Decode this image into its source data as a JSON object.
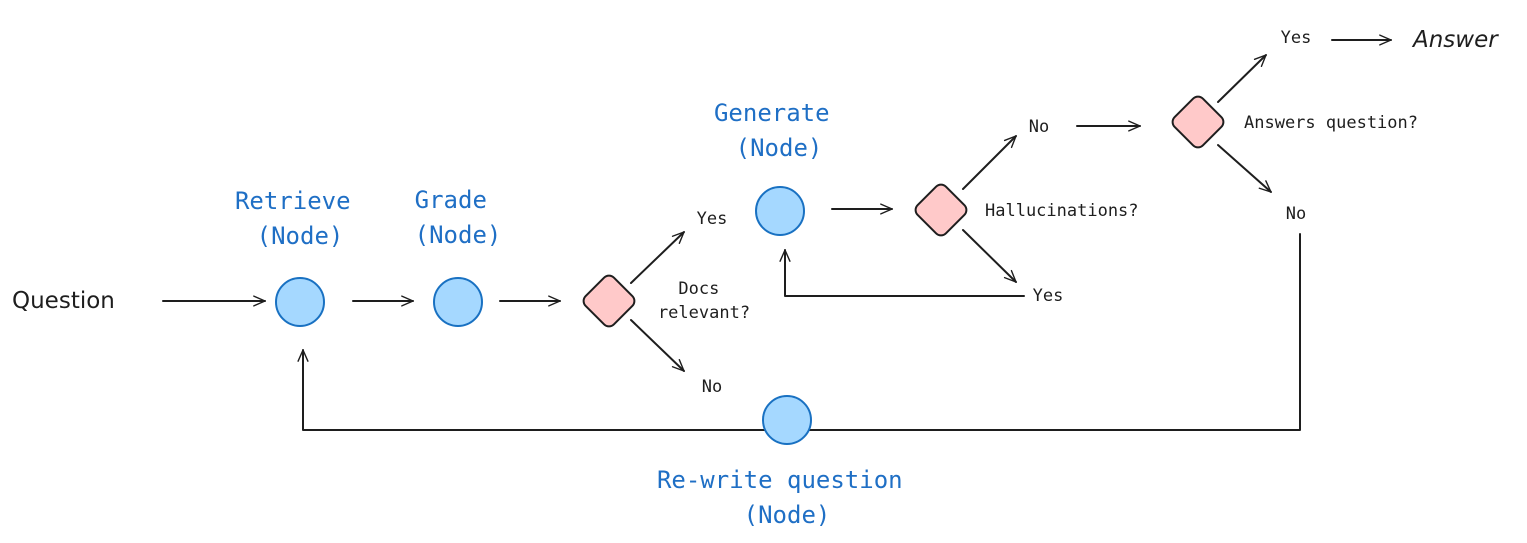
{
  "nodes": {
    "retrieve": {
      "label_lines": [
        "Retrieve",
        "(Node)"
      ]
    },
    "grade": {
      "label_lines": [
        "Grade",
        "(Node)"
      ]
    },
    "generate": {
      "label_lines": [
        "Generate",
        "(Node)"
      ]
    },
    "rewrite": {
      "label_lines": [
        "Re-write question",
        "(Node)"
      ]
    }
  },
  "decisions": {
    "docs_relevant": {
      "label_lines": [
        "Docs",
        "relevant?"
      ],
      "yes": "Yes",
      "no": "No"
    },
    "hallucinations": {
      "label": "Hallucinations?",
      "yes": "Yes",
      "no": "No"
    },
    "answers_question": {
      "label": "Answers question?",
      "yes": "Yes",
      "no": "No"
    }
  },
  "terminals": {
    "input": "Question",
    "output": "Answer"
  },
  "colors": {
    "node_fill": "#a5d8ff",
    "node_stroke": "#1971c2",
    "decision_fill": "#ffc9c9",
    "label_blue": "#1f6fc5",
    "ink": "#1e1e1e"
  }
}
